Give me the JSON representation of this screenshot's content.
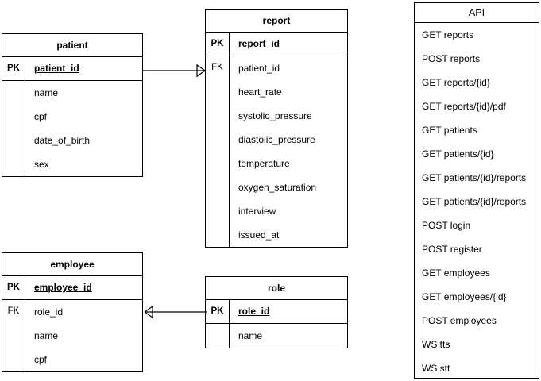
{
  "diagram": {
    "type": "entity-relationship-diagram",
    "background_color": "#ffffff",
    "line_color": "#000000",
    "text_color": "#000000"
  },
  "entities": {
    "patient": {
      "title": "patient",
      "attributes": [
        {
          "key": "PK",
          "name": "patient_id"
        },
        {
          "key": "",
          "name": "name"
        },
        {
          "key": "",
          "name": "cpf"
        },
        {
          "key": "",
          "name": "date_of_birth"
        },
        {
          "key": "",
          "name": "sex"
        }
      ]
    },
    "report": {
      "title": "report",
      "attributes": [
        {
          "key": "PK",
          "name": "report_id"
        },
        {
          "key": "FK",
          "name": "patient_id"
        },
        {
          "key": "",
          "name": "heart_rate"
        },
        {
          "key": "",
          "name": "systolic_pressure"
        },
        {
          "key": "",
          "name": "diastolic_pressure"
        },
        {
          "key": "",
          "name": "temperature"
        },
        {
          "key": "",
          "name": "oxygen_saturation"
        },
        {
          "key": "",
          "name": "interview"
        },
        {
          "key": "",
          "name": "issued_at"
        }
      ]
    },
    "employee": {
      "title": "employee",
      "attributes": [
        {
          "key": "PK",
          "name": "employee_id"
        },
        {
          "key": "FK",
          "name": "role_id"
        },
        {
          "key": "",
          "name": "name"
        },
        {
          "key": "",
          "name": "cpf"
        }
      ]
    },
    "role": {
      "title": "role",
      "attributes": [
        {
          "key": "PK",
          "name": "role_id"
        },
        {
          "key": "",
          "name": "name"
        }
      ]
    }
  },
  "relationships": [
    {
      "name": "patient-to-report",
      "from": "patient.patient_id",
      "to": "report.patient_id",
      "cardinality": "one-to-many",
      "crow_foot_at": "report"
    },
    {
      "name": "employee-to-role",
      "from": "employee.role_id",
      "to": "role.role_id",
      "cardinality": "many-to-one",
      "crow_foot_at": "employee"
    }
  ],
  "api_panel": {
    "title": "API",
    "endpoints": [
      "GET reports",
      "POST reports",
      "GET reports/{id}",
      "GET reports/{id}/pdf",
      "GET patients",
      "GET patients/{id}",
      "GET patients/{id}/reports",
      "GET patients/{id}/reports",
      "POST login",
      "POST register",
      "GET employees",
      "GET employees/{id}",
      "POST employees",
      "WS tts",
      "WS stt"
    ]
  }
}
